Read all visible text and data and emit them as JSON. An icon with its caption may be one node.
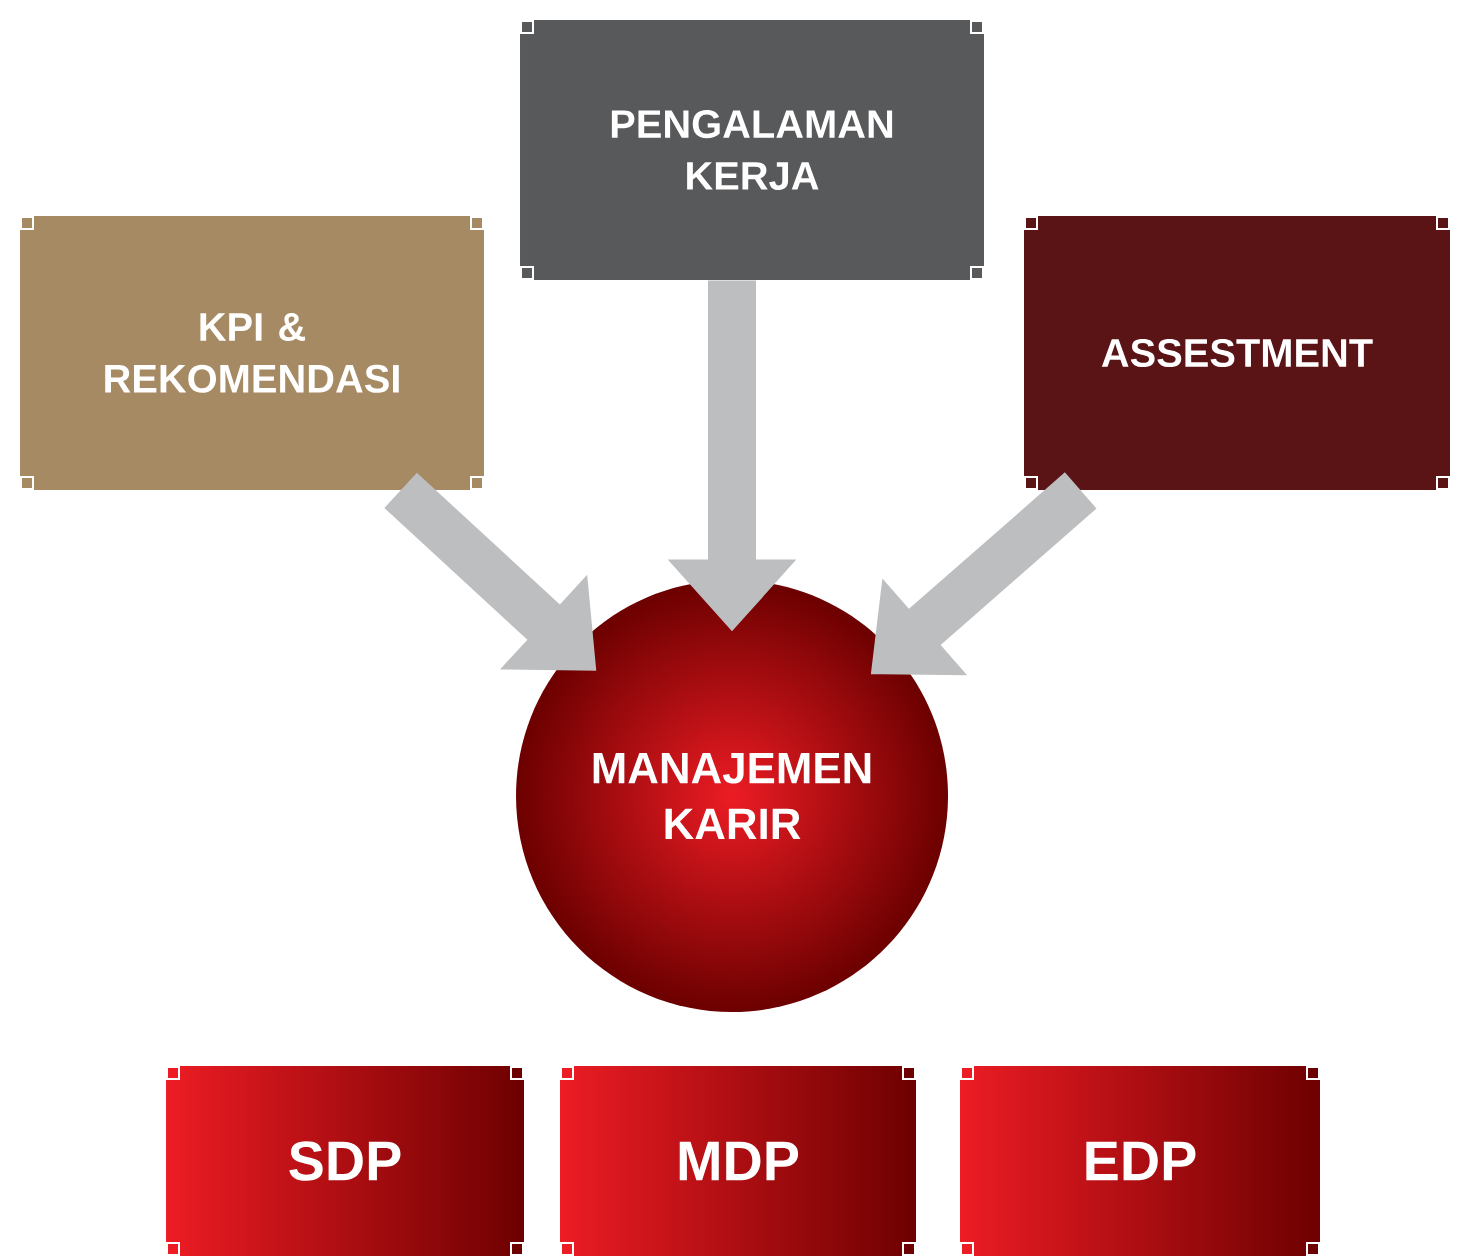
{
  "diagram": {
    "nodes": [
      {
        "text": [
          "PENGALAMAN KERJA"
        ]
      },
      {
        "text": [
          "KPI & REKOMENDASI"
        ]
      },
      {
        "text": [
          "ASSESTMENT"
        ]
      },
      {
        "text": [
          "MANAJEMEN KARIR"
        ]
      },
      {
        "text": [
          "SDP"
        ]
      },
      {
        "text": [
          "MDP"
        ]
      },
      {
        "text": [
          "EDP"
        ]
      }
    ],
    "edges": [
      {
        "from": 1,
        "to": 3,
        "arrow": "to"
      },
      {
        "from": 0,
        "to": 3,
        "arrow": "to"
      },
      {
        "from": 2,
        "to": 3,
        "arrow": "to"
      }
    ]
  }
}
